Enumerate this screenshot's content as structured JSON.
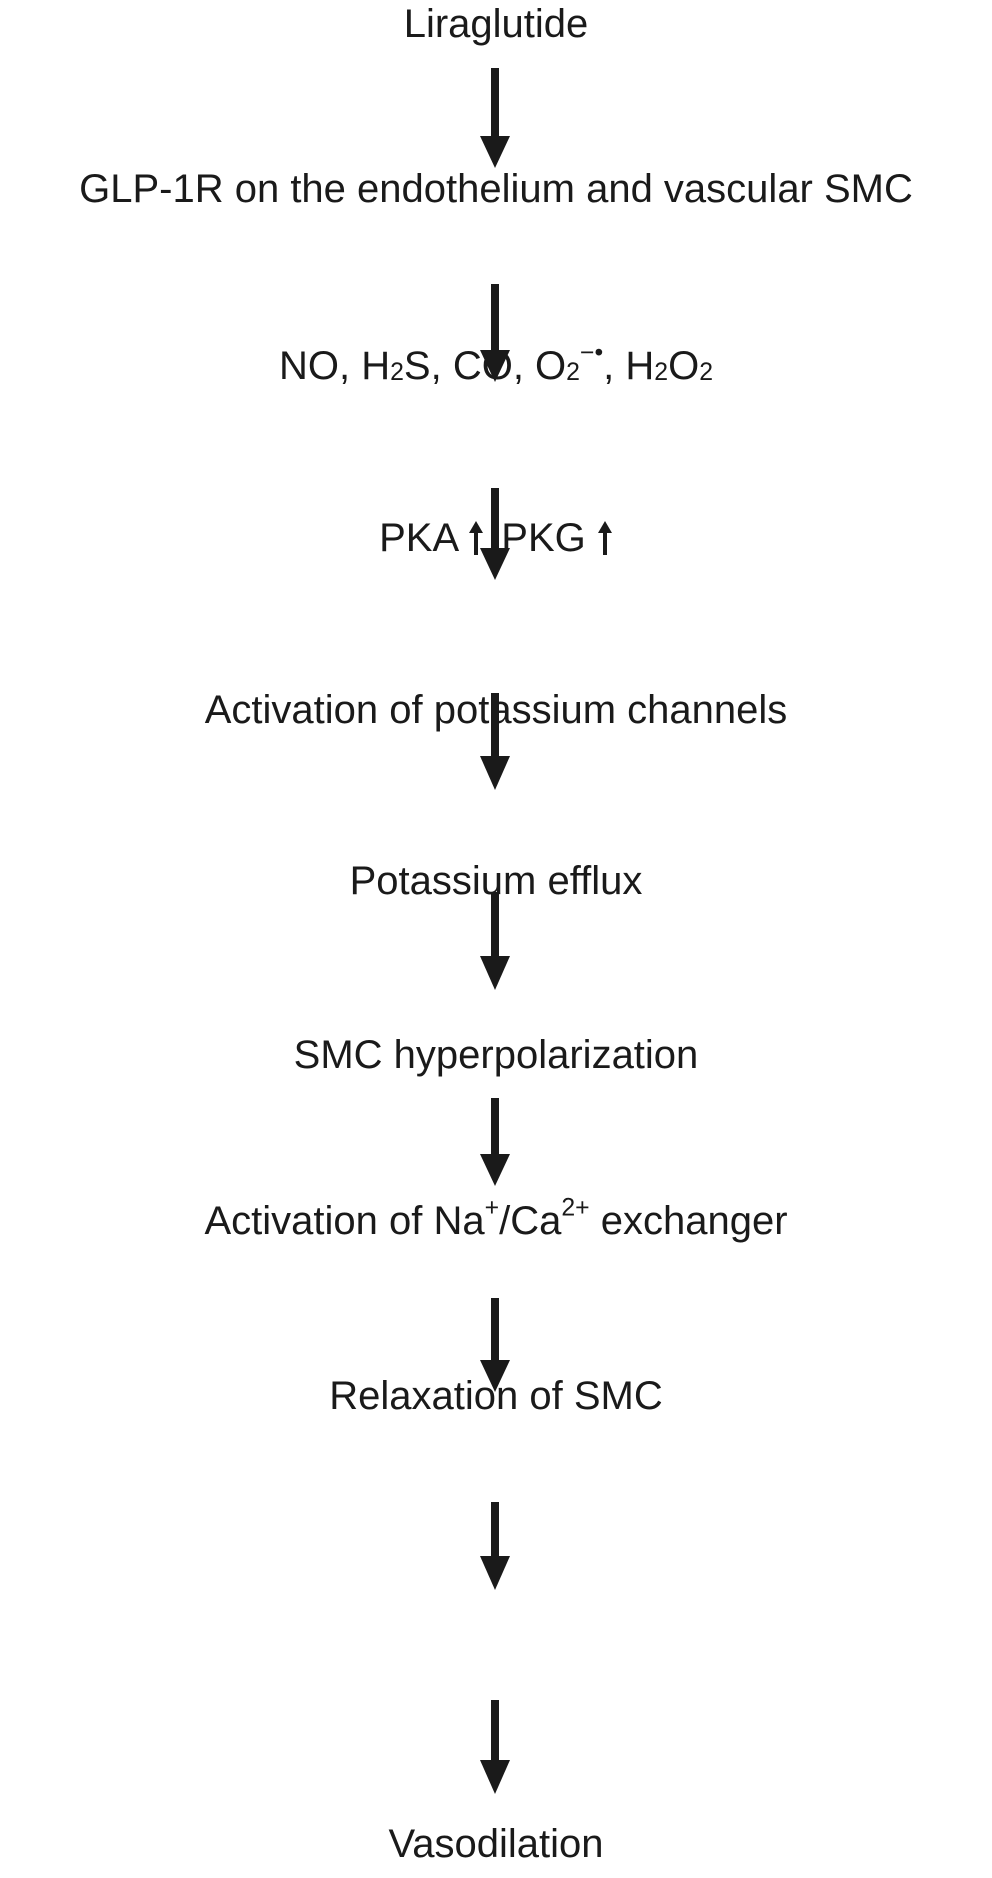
{
  "diagram": {
    "title_steps": [
      {
        "id": "liraglutide",
        "text": "Liraglutide"
      },
      {
        "id": "glp1r",
        "text": "GLP-1R on the endothelium and vascular SMC"
      },
      {
        "id": "mediators",
        "parts": {
          "a": "NO, H",
          "a_sub": "2",
          "b": "S, CO, O",
          "b_sub": "2",
          "b_sup": "−•",
          "c": ", H",
          "c_sub1": "2",
          "d": "O",
          "d_sub": "2"
        }
      },
      {
        "id": "kinases",
        "parts": {
          "pka": "PKA",
          "sep": ",",
          "pkg": "PKG"
        },
        "pka_direction": "up",
        "pkg_direction": "up"
      },
      {
        "id": "k-channels",
        "text": "Activation of potassium channels"
      },
      {
        "id": "k-efflux",
        "text": "Potassium efflux"
      },
      {
        "id": "hyperpol",
        "text": "SMC hyperpolarization"
      },
      {
        "id": "exchanger",
        "parts": {
          "a": "Activation of Na",
          "a_sup": "+",
          "b": "/Ca",
          "b_sup": "2+",
          "c": " exchanger"
        }
      },
      {
        "id": "relax",
        "text": "Relaxation of SMC"
      },
      {
        "id": "vasodil",
        "text": "Vasodilation"
      }
    ],
    "arrow_color": "#1a1a1a",
    "arrow_icon": "down-arrow-icon",
    "up_arrow_icon": "up-arrow-icon"
  }
}
